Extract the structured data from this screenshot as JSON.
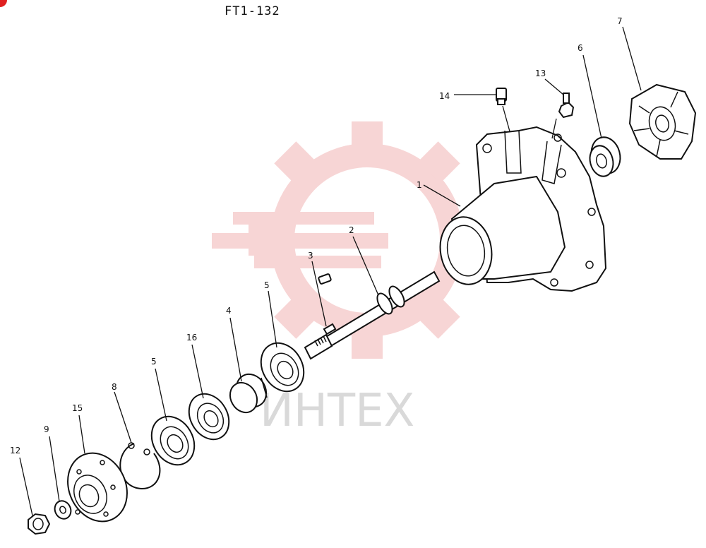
{
  "title": "FT1-132",
  "watermark": {
    "text": "ИНТЕХ",
    "color": "#f2b3b3"
  },
  "accent_color": "#e02020",
  "callouts": [
    {
      "id": "1",
      "label": "1"
    },
    {
      "id": "2",
      "label": "2"
    },
    {
      "id": "3",
      "label": "3"
    },
    {
      "id": "4",
      "label": "4"
    },
    {
      "id": "5a",
      "label": "5"
    },
    {
      "id": "5b",
      "label": "5"
    },
    {
      "id": "6",
      "label": "6"
    },
    {
      "id": "7",
      "label": "7"
    },
    {
      "id": "8",
      "label": "8"
    },
    {
      "id": "9",
      "label": "9"
    },
    {
      "id": "12",
      "label": "12"
    },
    {
      "id": "13",
      "label": "13"
    },
    {
      "id": "14",
      "label": "14"
    },
    {
      "id": "15",
      "label": "15"
    },
    {
      "id": "16",
      "label": "16"
    }
  ]
}
